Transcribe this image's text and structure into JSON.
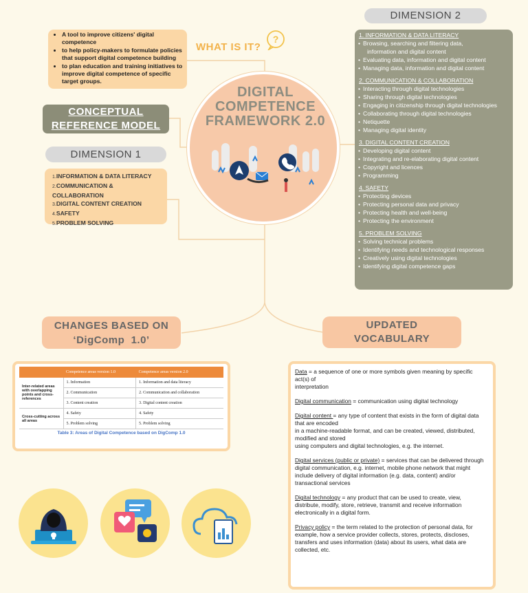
{
  "what_is_it": {
    "title": "WHAT IS IT?",
    "icon": "question-bubble-icon",
    "bullets": [
      "A tool to improve citizens' digital competence",
      " to help policy-makers to formulate policies that support digital competence building",
      "to plan education and training initiatives to improve digital competence of specific target groups."
    ]
  },
  "center": {
    "title_line1": "DIGITAL",
    "title_line2": "COMPETENCE",
    "title_line3": "FRAMEWORK 2.0"
  },
  "conceptual": {
    "line1": "CONCEPTUAL",
    "line2": "REFERENCE MODEL"
  },
  "dimension1": {
    "title": "DIMENSION 1",
    "items": [
      "INFORMATION & DATA LITERACY",
      "COMMUNICATION & COLLABORATION",
      "DIGITAL CONTENT CREATION",
      "SAFETY",
      "PROBLEM SOLVING"
    ]
  },
  "dimension2": {
    "title": "DIMENSION 2",
    "sections": [
      {
        "heading": "1. INFORMATION & DATA LITERACY",
        "items": [
          "Browsing, searching and filtering data,",
          "Evaluating data, information and digital content",
          "Managing data, information and digital content"
        ],
        "cont": "information and digital content"
      },
      {
        "heading": "2. COMMUNICATION & COLLABORATION",
        "items": [
          "Interacting through digital technologies",
          "Sharing through digital technologies",
          "Engaging in citizenship through digital technologies",
          " Collaborating through digital technologies",
          "Netiquette",
          "Managing digital identity"
        ]
      },
      {
        "heading": "3. DIGITAL CONTENT CREATION",
        "items": [
          "Developing digital content",
          "Integrating and re-elaborating digital content",
          "Copyright and licences",
          "Programming"
        ]
      },
      {
        "heading": "4. SAFETY",
        "items": [
          "Protecting devices",
          "Protecting personal data and privacy",
          "Protecting health and well-being",
          "Protecting the environment"
        ]
      },
      {
        "heading": "5. PROBLEM SOLVING",
        "items": [
          "Solving technical problems",
          "Identifying needs and technological responses",
          "Creatively using digital technologies",
          "Identifying digital competence gaps"
        ]
      }
    ]
  },
  "changes": {
    "line1": "CHANGES BASED ON",
    "line2": "‘DigComp  1.0’"
  },
  "updated": {
    "line1": "UPDATED",
    "line2": "VOCABULARY"
  },
  "table": {
    "headers": [
      "",
      "Competence areas version 1.0",
      "Competence areas version 2.0"
    ],
    "group1": "Inter-related areas with overlapping points and cross-references",
    "group2": "Cross-cutting across all areas",
    "rows": [
      [
        "1. Information",
        "1. Information and data literacy"
      ],
      [
        "2. Communication",
        "2. Communication and collaboration"
      ],
      [
        "3. Content creation",
        "3. Digital content creation"
      ],
      [
        "4. Safety",
        "4. Safety"
      ],
      [
        "5. Problem solving",
        "5. Problem solving"
      ]
    ],
    "caption": "Table 3: Areas of Digital Competence based on DigComp 1.0"
  },
  "vocabulary": [
    {
      "term": "Data",
      "def": " = a sequence of one or more symbols given meaning by specific act(s) of",
      "def2": "interpretation"
    },
    {
      "term": "Digital communication",
      "def": " = communication using digital technology"
    },
    {
      "term": "Digital content ",
      "def": "= any type of content that exists in the form of digital data that are encoded",
      "def2": "in a machine-readable format, and can be created, viewed, distributed, modified and stored",
      "def3": "using computers and digital technologies, e.g. the internet."
    },
    {
      "term": "Digital services (public or private)",
      "def": " = services that can be delivered through digital communication, e.g. internet, mobile phone network that might include delivery of digital information (e.g. data, content) and/or transactional services"
    },
    {
      "term": "Digital technology",
      "def": " = any product that can be used to create, view, distribute, modify, store, retrieve, transmit and receive information electronically in a digital form."
    },
    {
      "term": "Privacy policy",
      "def": " = the term related to the protection of personal data, for example, how a service provider collects, stores, protects, discloses, transfers and uses information (data) about its users, what data are collected, etc."
    }
  ],
  "colors": {
    "background": "#fdf9ea",
    "orange_card": "#fbd7a6",
    "grey_card": "#9a9b86",
    "peach": "#f8c7a3",
    "accent_orange": "#ed8a3a",
    "yellow_circle": "#fbe38f"
  }
}
